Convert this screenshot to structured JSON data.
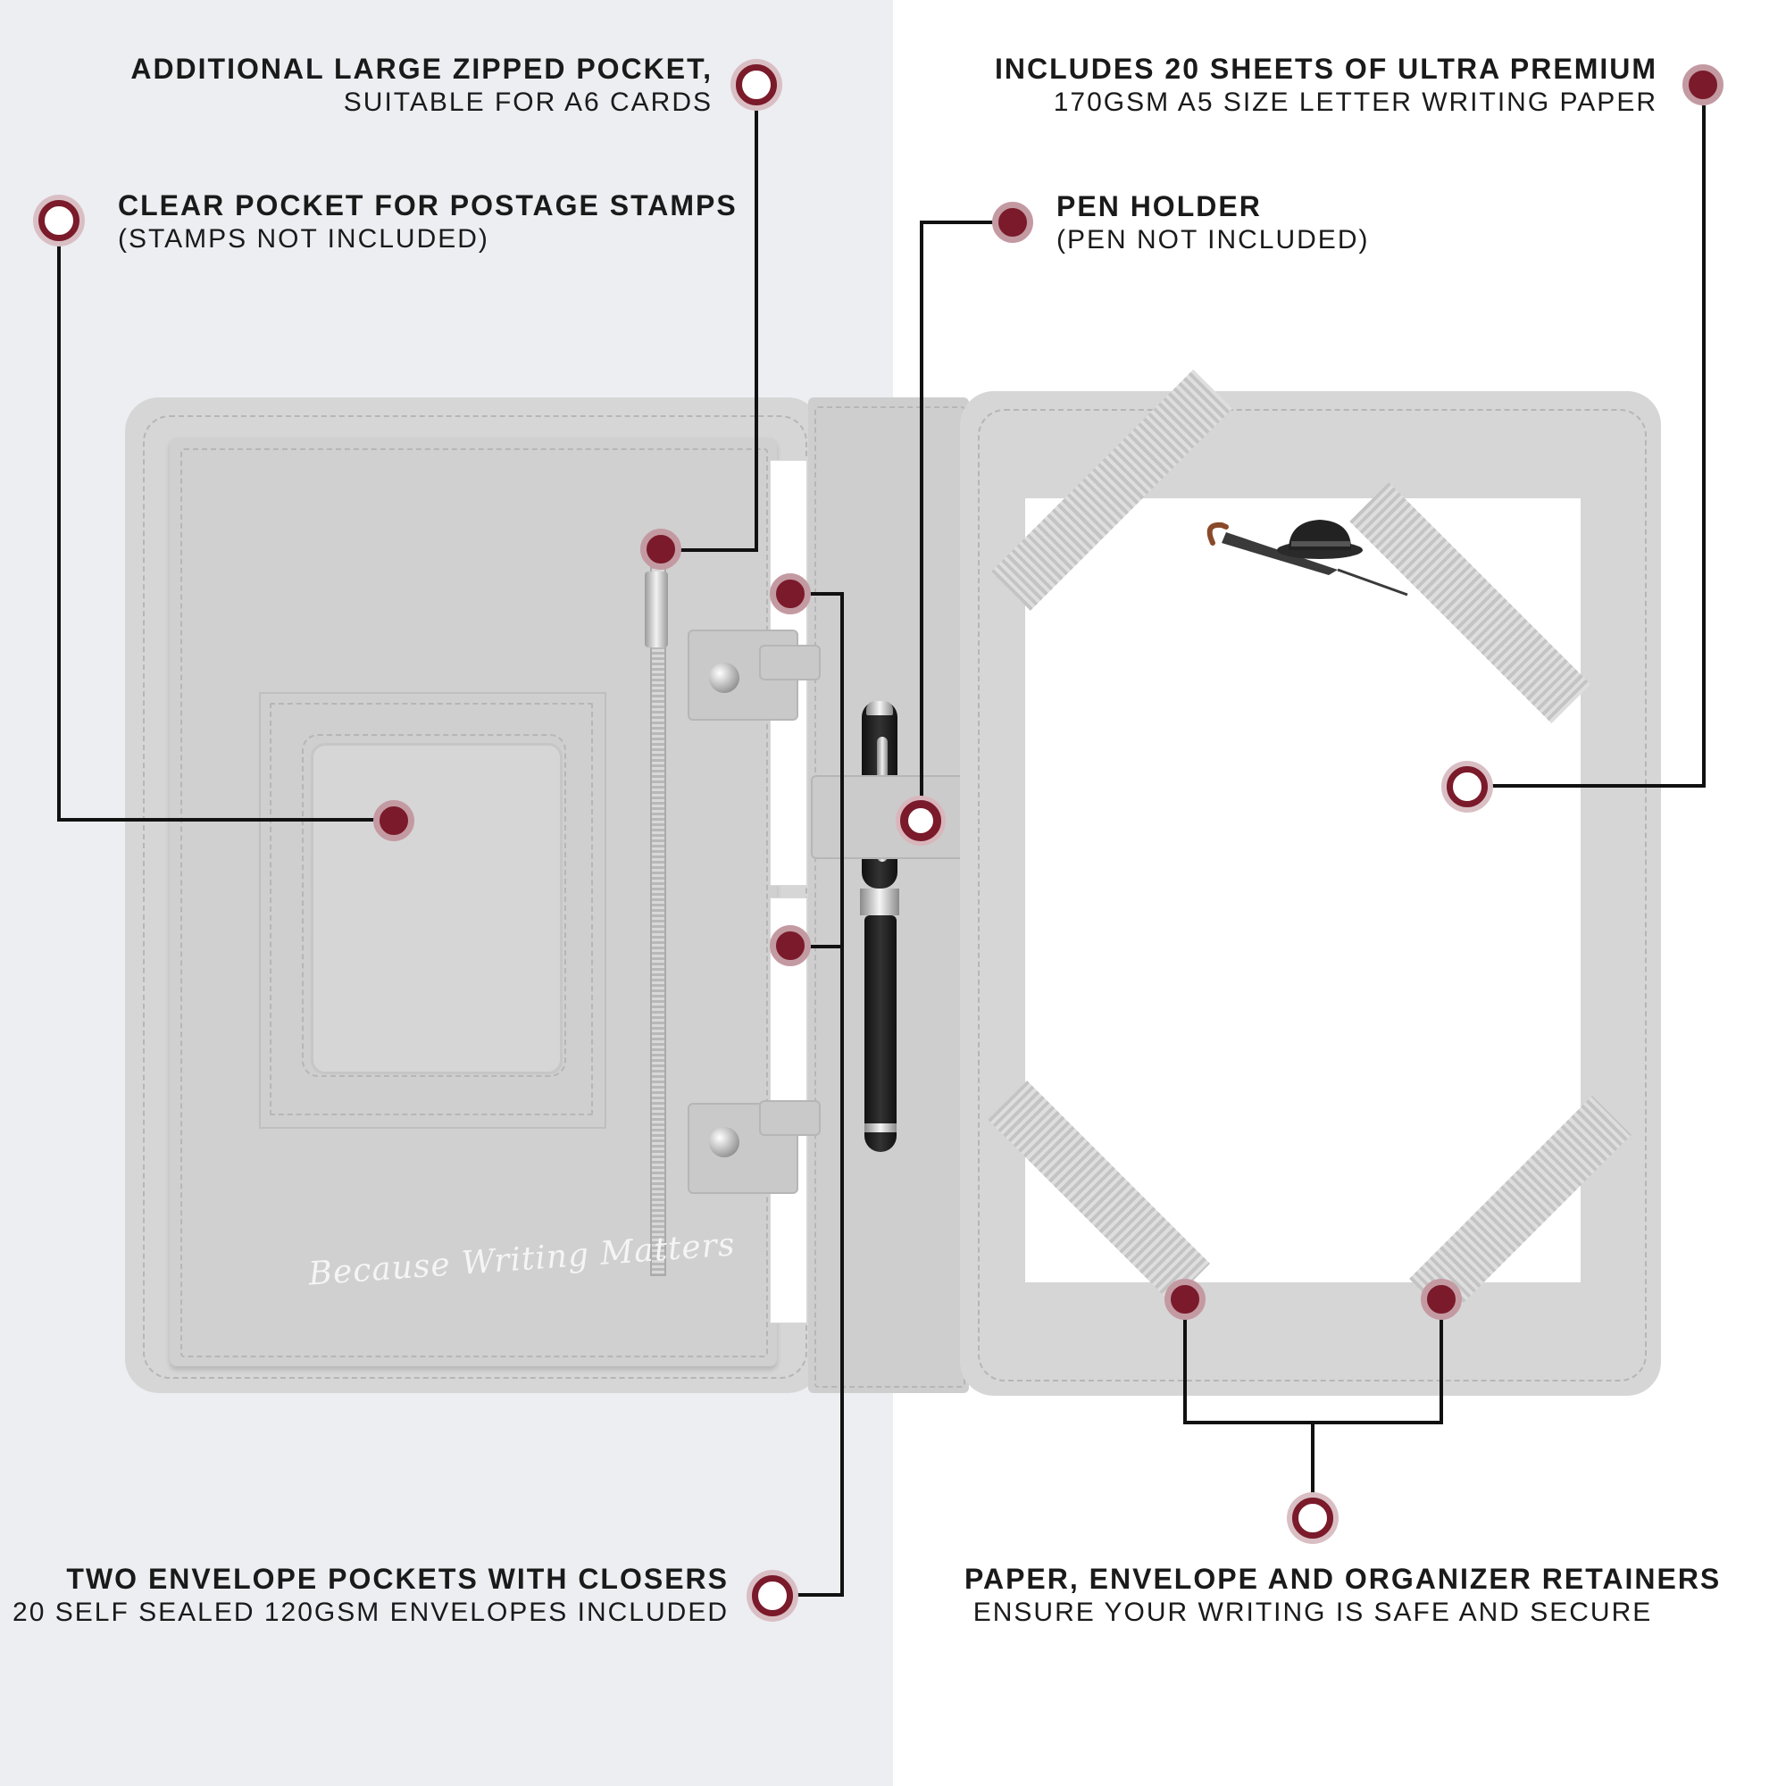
{
  "annotations": {
    "zipped_pocket": {
      "title": "ADDITIONAL LARGE ZIPPED POCKET,",
      "subtitle": "SUITABLE FOR A6 CARDS"
    },
    "stamps_pocket": {
      "title": "CLEAR POCKET FOR POSTAGE STAMPS",
      "subtitle": "(STAMPS NOT INCLUDED)"
    },
    "paper": {
      "title": "INCLUDES 20 SHEETS OF ULTRA PREMIUM",
      "subtitle": "170GSM A5 SIZE LETTER WRITING PAPER"
    },
    "pen_holder": {
      "title": "PEN HOLDER",
      "subtitle": "(PEN NOT INCLUDED)"
    },
    "envelope_pockets": {
      "title": "TWO ENVELOPE POCKETS WITH CLOSERS",
      "subtitle": "20 SELF SEALED 120GSM ENVELOPES INCLUDED"
    },
    "retainers": {
      "title": "PAPER, ENVELOPE AND ORGANIZER RETAINERS",
      "subtitle": "ENSURE YOUR WRITING IS SAFE AND SECURE"
    }
  },
  "product": {
    "brand_script": "Because Writing Matters"
  },
  "colors": {
    "accent": "#7a1a2a",
    "accent_light": "#c49aa2",
    "left_background": "#eceef2",
    "right_background": "#ffffff",
    "leather": "#d6d6d6"
  }
}
